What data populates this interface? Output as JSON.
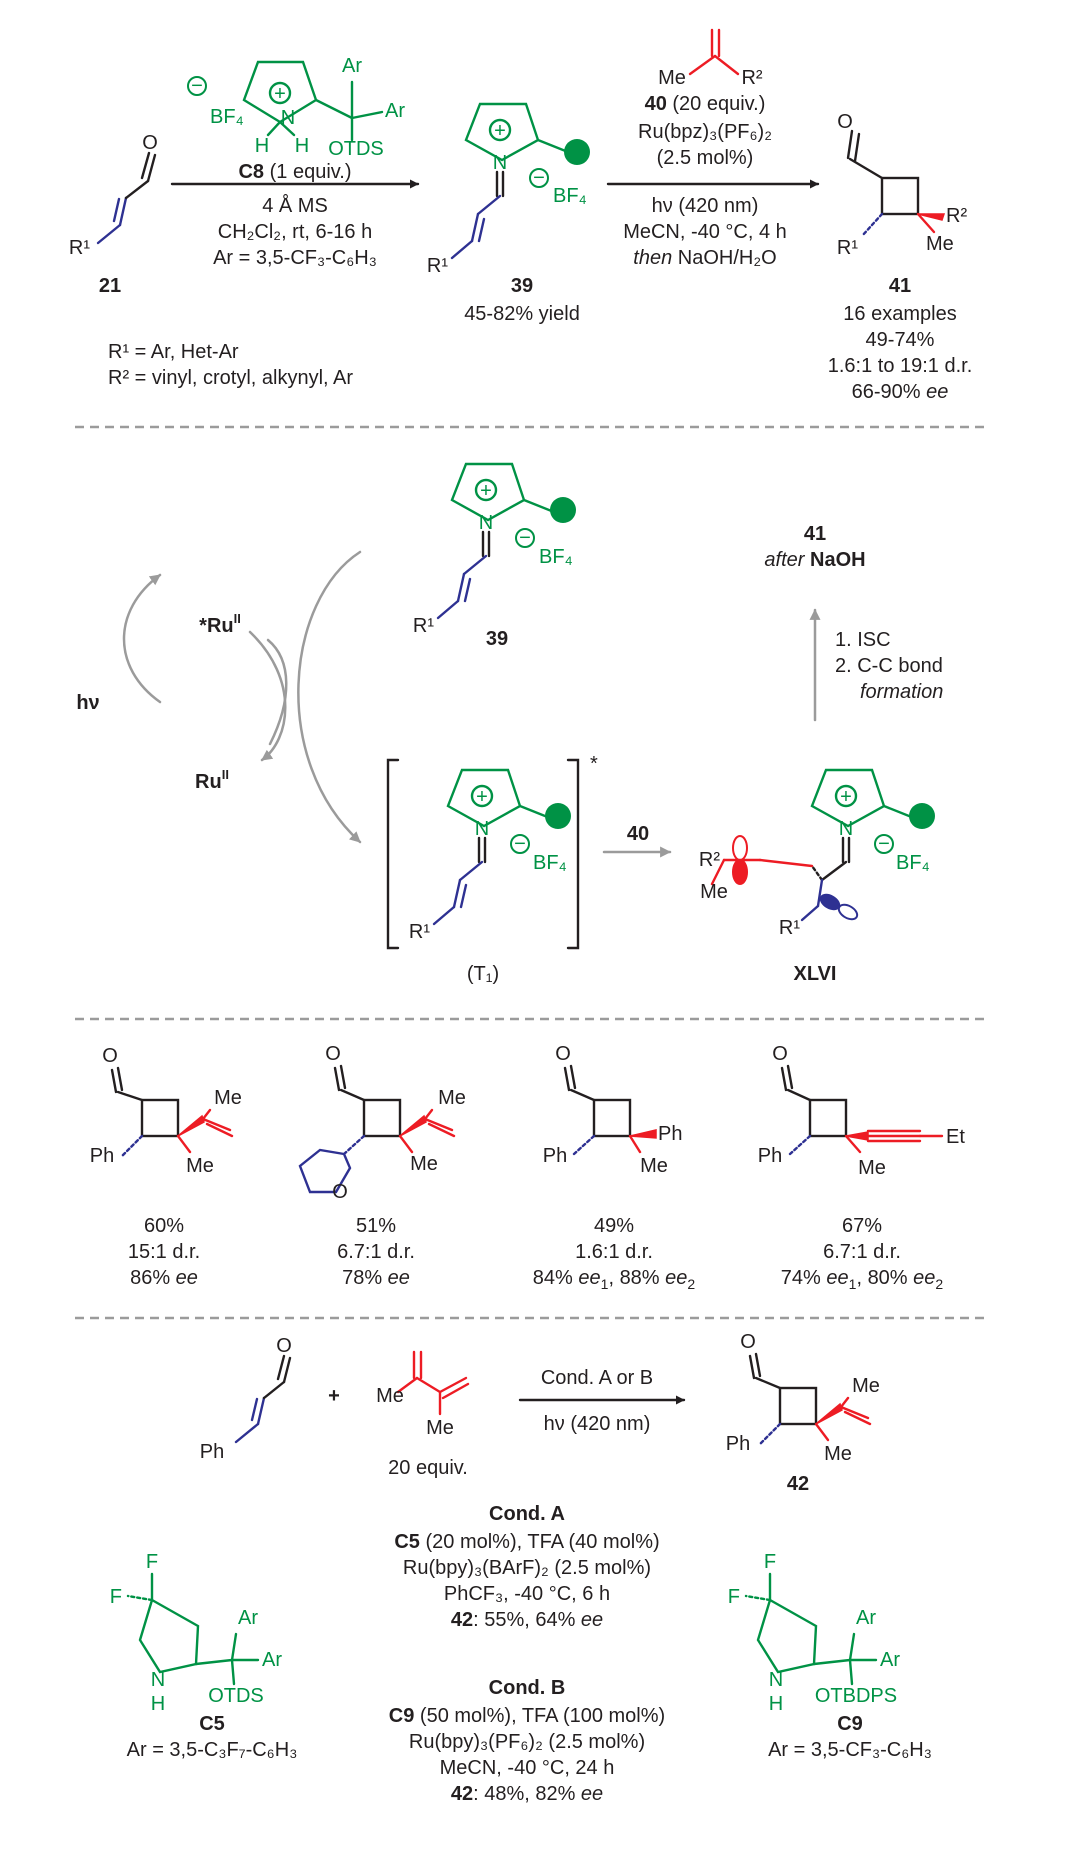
{
  "colors": {
    "green": "#009245",
    "blue": "#2e3192",
    "red": "#ed1c24",
    "grey_arrow": "#9b9b9b",
    "dashed": "#9b9b9b",
    "text": "#231f20"
  },
  "atoms": {
    "O": "O",
    "N": "N",
    "H": "H",
    "F": "F",
    "Me": "Me",
    "Ph": "Ph",
    "Et": "Et",
    "R1": "R¹",
    "R2": "R²",
    "Ar": "Ar",
    "BF4": "BF₄",
    "OTDS": "OTDS",
    "OTBDPS": "OTBDPS",
    "plus_charge": "+",
    "minus_charge": "−",
    "plus": "+",
    "star": "*"
  },
  "top_reaction": {
    "sm_label": "21",
    "step1": {
      "catalyst": "C8",
      "catalyst_amount": " (1 equiv.)",
      "cond1": "4 Å MS",
      "cond2": "CH₂Cl₂, rt, 6-16 h",
      "cond3": "Ar = 3,5-CF₃-C₆H₃"
    },
    "intermediate_label": "39",
    "intermediate_yield": "45-82% yield",
    "step2": {
      "reagent": "40",
      "reagent_amount": " (20 equiv.)",
      "catalyst": "Ru(bpz)₃(PF₆)₂",
      "catalyst_amount": "(2.5 mol%)",
      "cond1": "hν (420 nm)",
      "cond2": "MeCN, -40 °C, 4 h",
      "cond3_italic": "then",
      "cond3_rest": " NaOH/H₂O"
    },
    "product_label": "41",
    "product_stats": [
      "16 examples",
      "49-74%",
      "1.6:1 to 19:1 d.r."
    ],
    "product_ee_value": "66-90% ",
    "product_ee_unit": "ee",
    "r_groups": [
      "R¹ = Ar, Het-Ar",
      "R² = vinyl, crotyl, alkynyl, Ar"
    ]
  },
  "mechanism": {
    "hv": "hν",
    "ru_excited": "*Ru",
    "ru_excited_ox": "II",
    "ru_ground": "Ru",
    "ru_ground_ox": "II",
    "iminium_label": "39",
    "triplet_label": "(T₁)",
    "reagent_label": "40",
    "biradical_label": "XLVI",
    "product_label": "41",
    "after_italic": "after",
    "after_reagent": " NaOH",
    "steps": [
      "1. ISC",
      "2. C-C bond",
      "formation"
    ]
  },
  "examples": [
    {
      "yield": "60%",
      "dr": "15:1 d.r.",
      "ee": "86%",
      "ee_unit": "ee"
    },
    {
      "yield": "51%",
      "dr": "6.7:1 d.r.",
      "ee": "78%",
      "ee_unit": "ee"
    },
    {
      "yield": "49%",
      "dr": "1.6:1 d.r.",
      "ee1": "84%",
      "ee2": "88%",
      "ee_unit": "ee"
    },
    {
      "yield": "67%",
      "dr": "6.7:1 d.r.",
      "ee1": "74%",
      "ee2": "80%",
      "ee_unit": "ee"
    }
  ],
  "bottom_reaction": {
    "diene_equiv": "20 equiv.",
    "arrow_top": "Cond. A or B",
    "arrow_bottom": "hν (420 nm)",
    "product_label": "42",
    "cond_a": {
      "title": "Cond. A",
      "line1_cat": "C5",
      "line1_rest": " (20 mol%), TFA (40 mol%)",
      "line2": "Ru(bpy)₃(BArF)₂ (2.5 mol%)",
      "line3": "PhCF₃, -40 °C, 6 h",
      "line4_cmp": "42",
      "line4_rest": ": 55%, 64% ",
      "line4_ee": "ee"
    },
    "cond_b": {
      "title": "Cond. B",
      "line1_cat": "C9",
      "line1_rest": " (50 mol%), TFA (100 mol%)",
      "line2": "Ru(bpy)₃(PF₆)₂ (2.5 mol%)",
      "line3": "MeCN, -40 °C, 24 h",
      "line4_cmp": "42",
      "line4_rest": ": 48%, 82% ",
      "line4_ee": "ee"
    },
    "c5_label": "C5",
    "c5_ar": "Ar = 3,5-C₃F₇-C₆H₃",
    "c9_label": "C9",
    "c9_ar": "Ar = 3,5-CF₃-C₆H₃"
  }
}
